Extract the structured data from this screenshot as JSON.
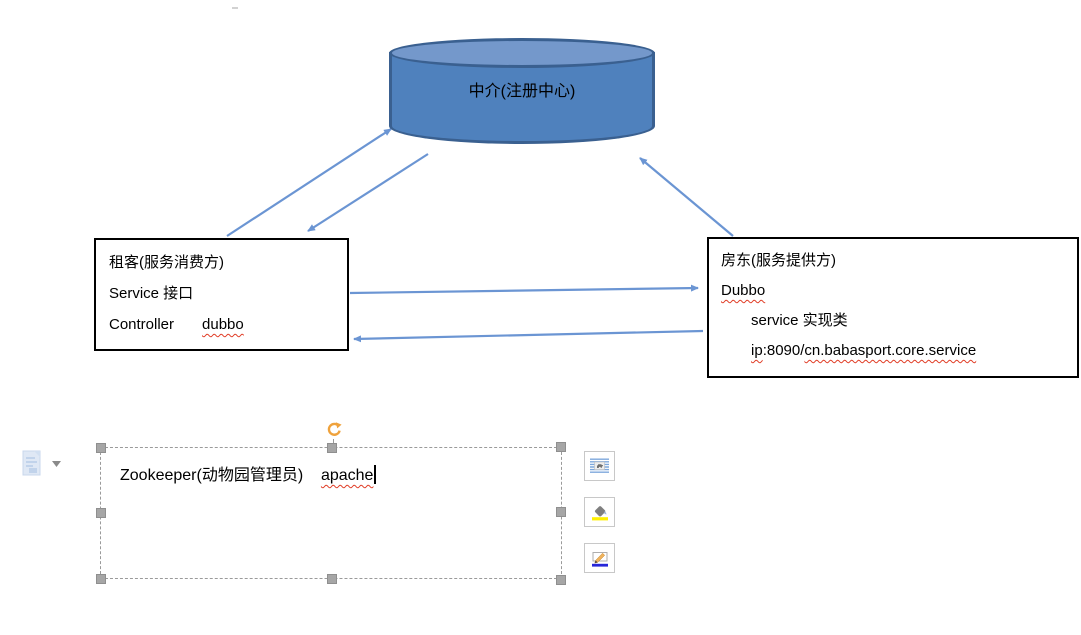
{
  "app": {
    "background": "#ffffff"
  },
  "diagram": {
    "registry": {
      "label": "中介(注册中心)",
      "body_color": "#4F81BD",
      "top_color": "#7498CB",
      "border_color": "#3A6090"
    },
    "consumer_box": {
      "line1": "租客(服务消费方)",
      "line2": "Service 接口",
      "line3_label": "Controller",
      "line3_value": "dubbo"
    },
    "provider_box": {
      "line1": "房东(服务提供方)",
      "line2": "Dubbo",
      "line3": "service 实现类",
      "line4_ip": "ip",
      "line4_port": ":8090/",
      "line4_path": "cn.babasport.core.service"
    },
    "arrow_color": "#6B95D3",
    "box_border_color": "#000000"
  },
  "textbox": {
    "zookeeper_text": "Zookeeper(动物园管理员)",
    "apache_text": "apache",
    "selection_handle_color": "#A6A6A6",
    "rotate_handle_color": "#EFA23C"
  },
  "floating_toolbar": {
    "buttons": [
      {
        "icon": "layout-options-icon"
      },
      {
        "icon": "shape-fill-icon",
        "accent": "#FFF000"
      },
      {
        "icon": "shape-outline-icon",
        "accent": "#2626D9"
      }
    ]
  },
  "paste_options": {
    "icon": "paste-options-icon",
    "dropdown_icon": "chevron-down-icon"
  }
}
